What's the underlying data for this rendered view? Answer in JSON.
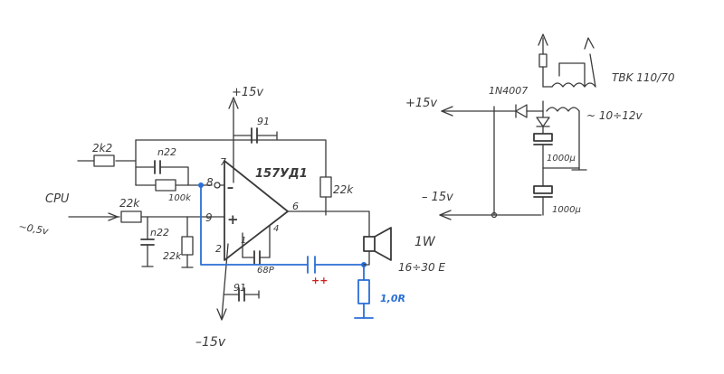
{
  "labels": {
    "plus15_top": "+15v",
    "cap_top": "91",
    "r_2k2": "2k2",
    "cap_n22_top": "n22",
    "r_100k": "100k",
    "pin7": "7",
    "pin8": "8",
    "minus_sign": "–",
    "ic_name": "157УД1",
    "r_22k_out": "22k",
    "cpu": "CPU",
    "input_level": "~0,5v",
    "r_22k_in": "22k",
    "pin9": "9",
    "plus_sign": "+",
    "pin6": "6",
    "pin4": "4",
    "pin1": "1",
    "pin2": "2",
    "cap_n22_bot": "n22",
    "r_22k_bias": "22k",
    "cap_68p": "68P",
    "cap_pp": "++",
    "speaker_power": "1W",
    "speaker_imp": "16÷30 E",
    "r_1or": "1,0R",
    "cap_bot": "91",
    "minus15_bot": "–15v",
    "diode": "1N4007",
    "transformer": "TBK 110/70",
    "plus15_ps": "+15v",
    "ac_voltage": "~ 10÷12v",
    "cap_ps_1": "1000μ",
    "minus15_ps": "– 15v",
    "cap_ps_2": "1000μ"
  }
}
